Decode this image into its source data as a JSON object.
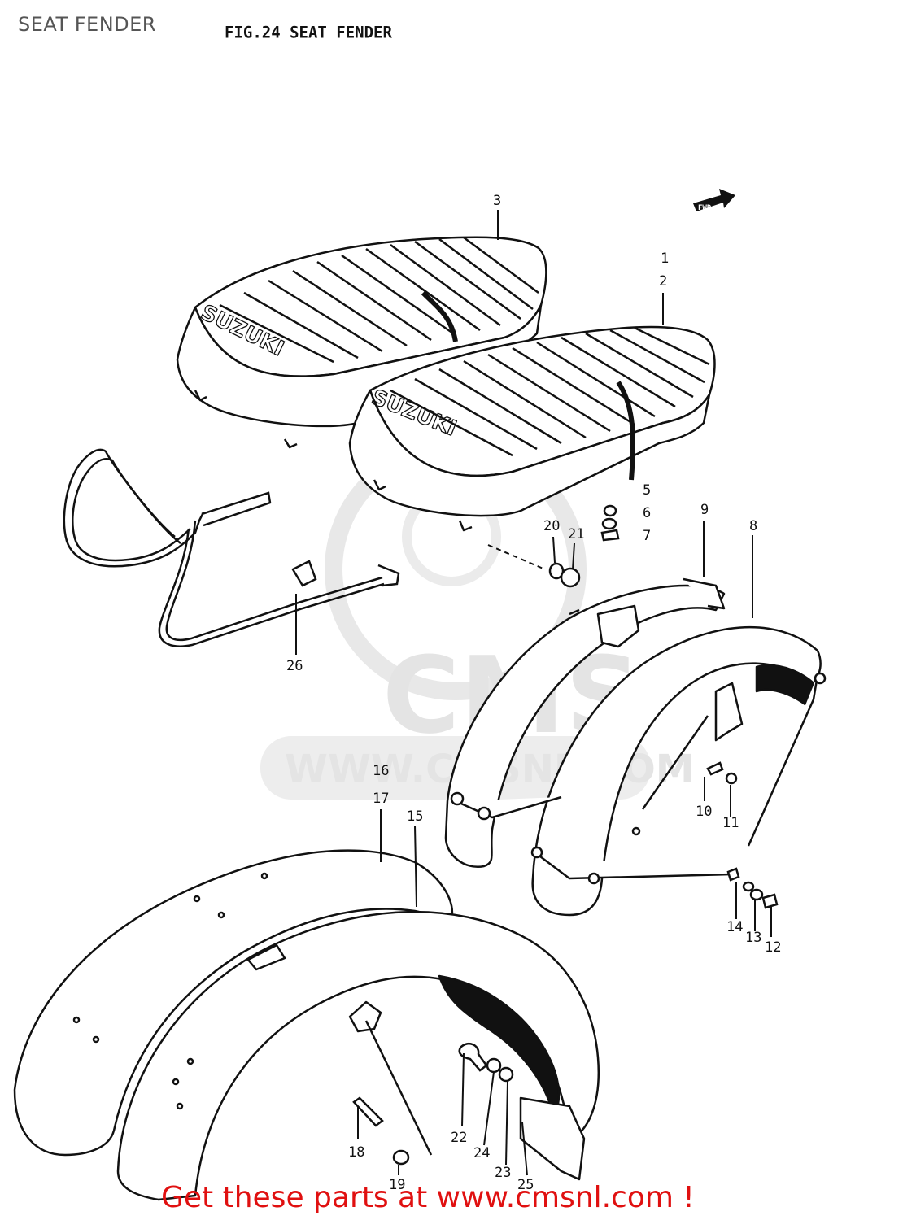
{
  "page": {
    "title": "SEAT FENDER"
  },
  "figure": {
    "title": "FIG.24  SEAT FENDER",
    "fwd_label": "FWD",
    "seat_brand": "SUZUKI"
  },
  "watermark": {
    "text": "CMS",
    "url": "WWW.CMSNL.COM"
  },
  "callouts": [
    {
      "id": "c1",
      "label": "1"
    },
    {
      "id": "c2",
      "label": "2"
    },
    {
      "id": "c3",
      "label": "3"
    },
    {
      "id": "c5",
      "label": "5"
    },
    {
      "id": "c6",
      "label": "6"
    },
    {
      "id": "c7",
      "label": "7"
    },
    {
      "id": "c8",
      "label": "8"
    },
    {
      "id": "c9",
      "label": "9"
    },
    {
      "id": "c10",
      "label": "10"
    },
    {
      "id": "c11",
      "label": "11"
    },
    {
      "id": "c12",
      "label": "12"
    },
    {
      "id": "c13",
      "label": "13"
    },
    {
      "id": "c14",
      "label": "14"
    },
    {
      "id": "c15",
      "label": "15"
    },
    {
      "id": "c16",
      "label": "16"
    },
    {
      "id": "c17",
      "label": "17"
    },
    {
      "id": "c18",
      "label": "18"
    },
    {
      "id": "c19",
      "label": "19"
    },
    {
      "id": "c20",
      "label": "20"
    },
    {
      "id": "c21",
      "label": "21"
    },
    {
      "id": "c22",
      "label": "22"
    },
    {
      "id": "c23",
      "label": "23"
    },
    {
      "id": "c24",
      "label": "24"
    },
    {
      "id": "c25",
      "label": "25"
    },
    {
      "id": "c26",
      "label": "26"
    }
  ],
  "footer": {
    "link_text": "Get these parts at www.cmsnl.com !",
    "link_color": "#e01010"
  }
}
